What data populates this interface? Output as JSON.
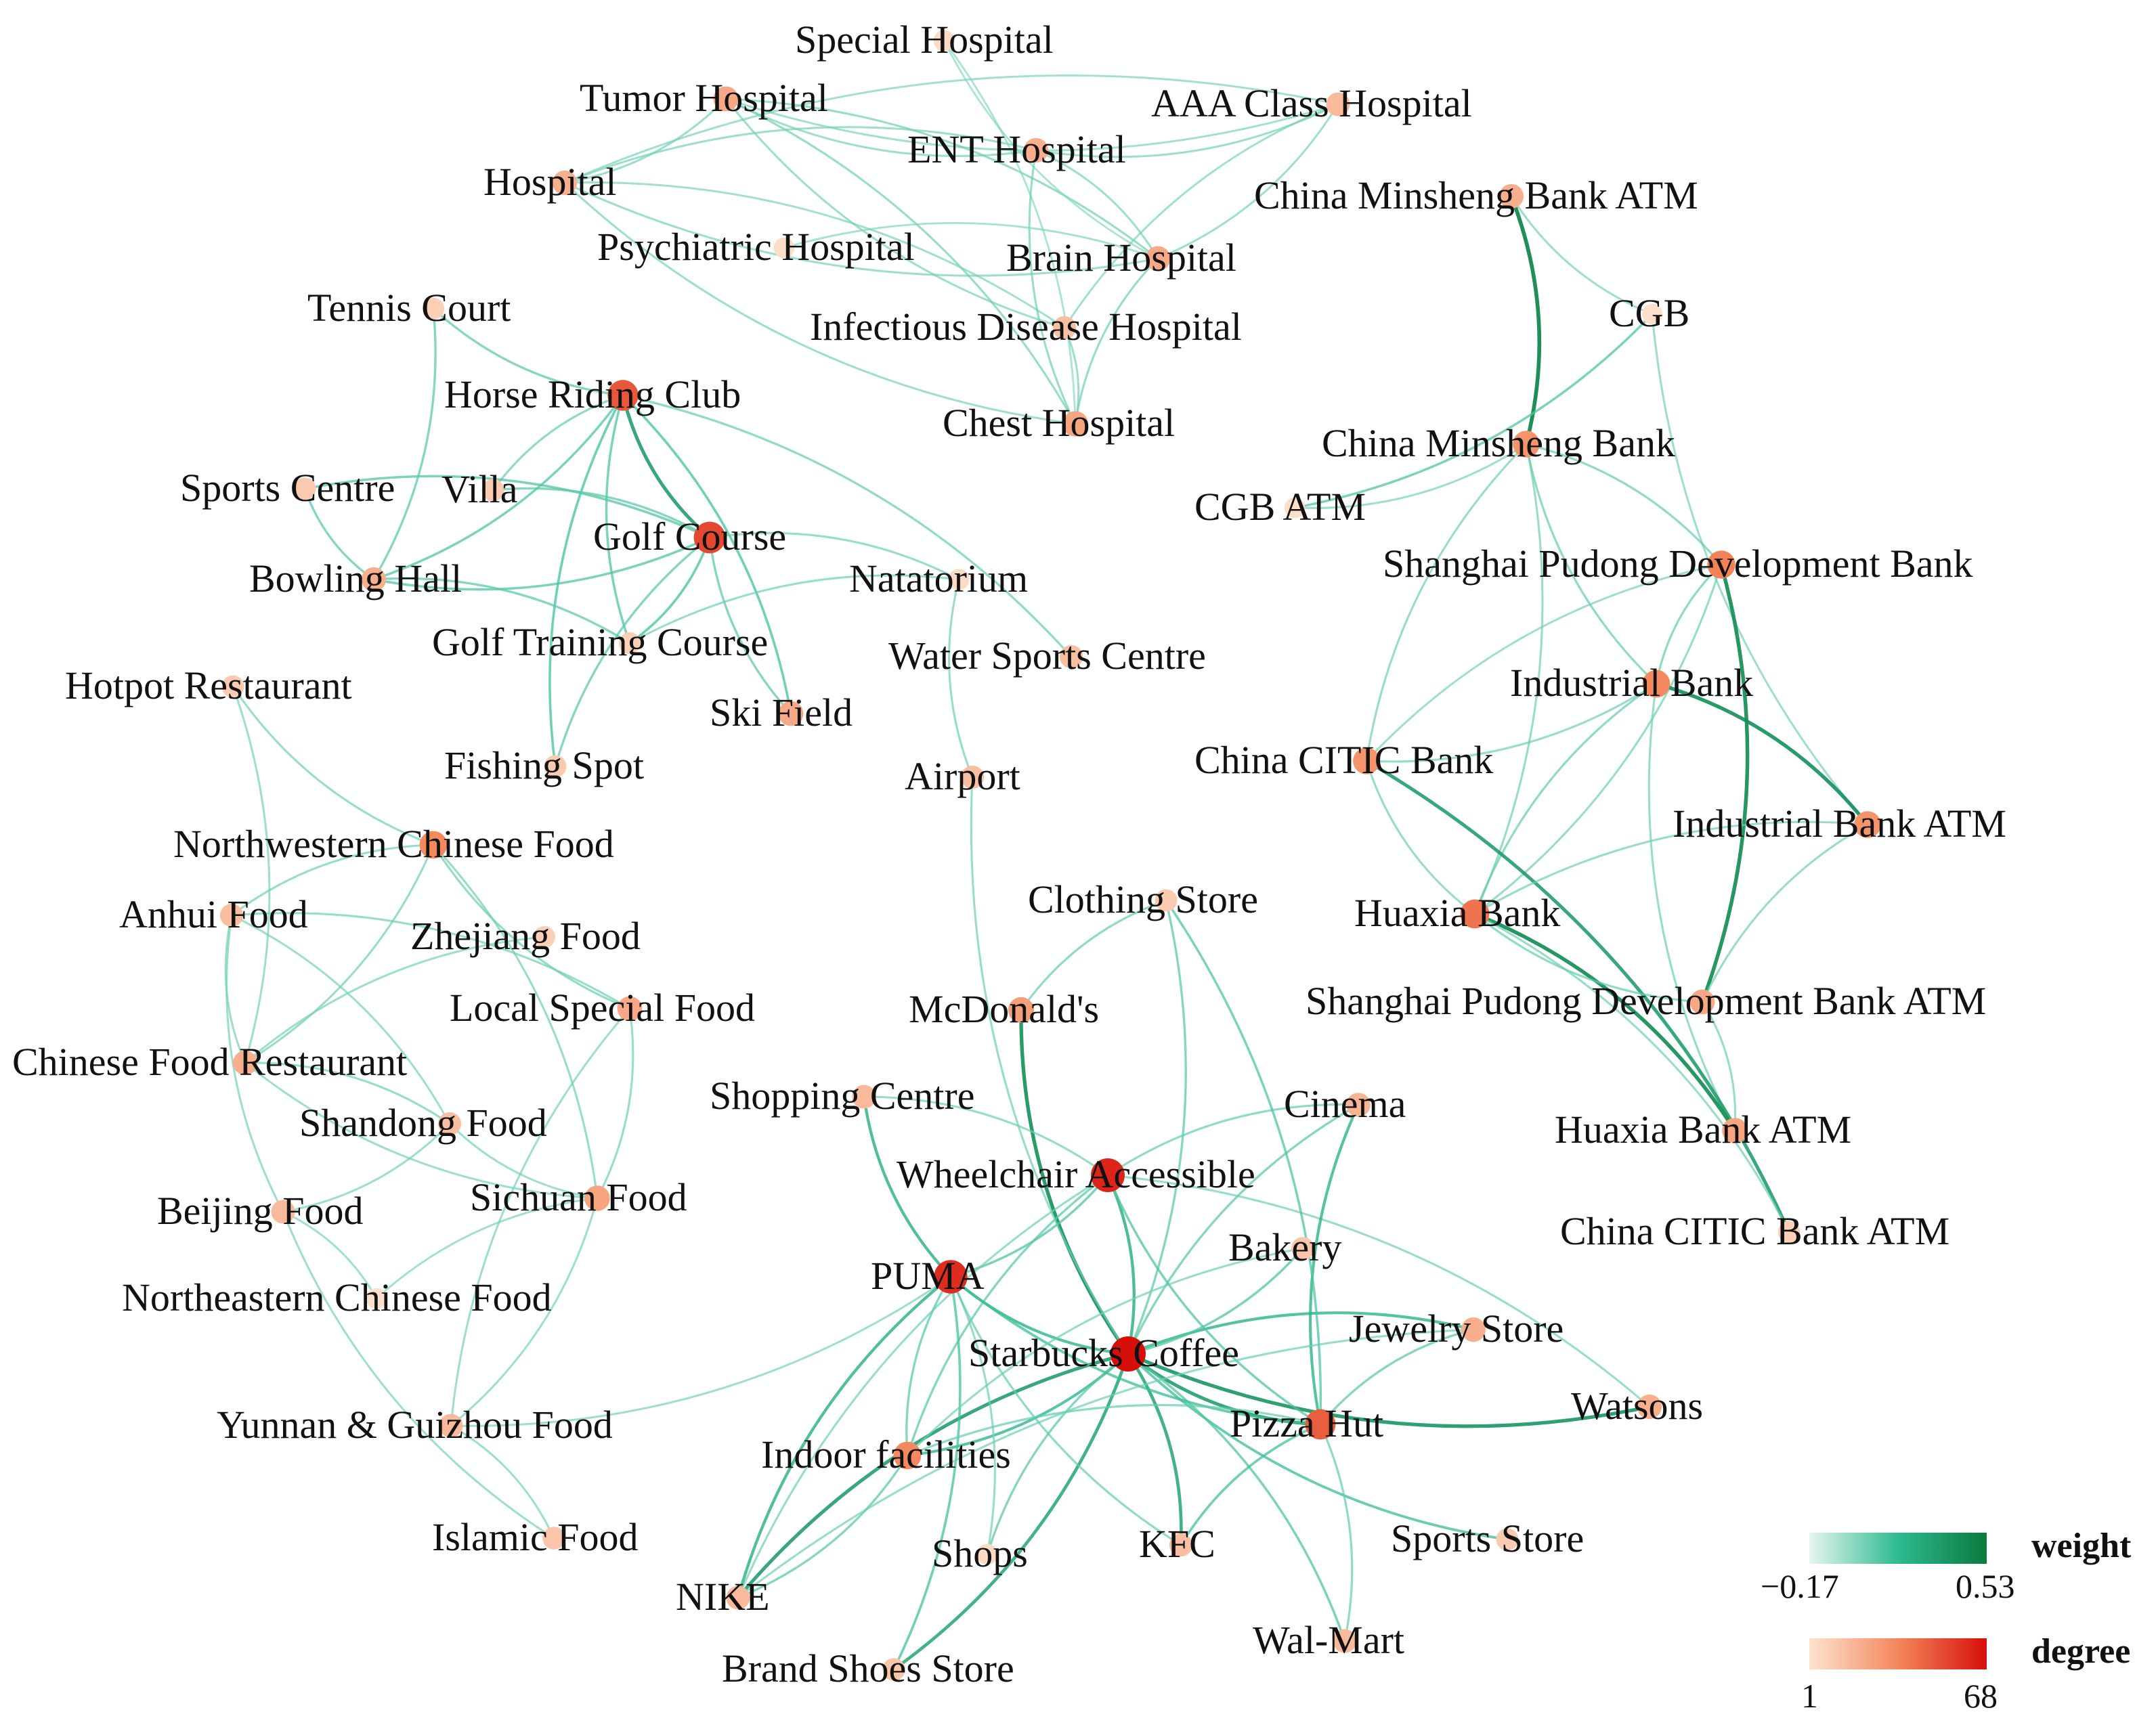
{
  "legend": {
    "weight": {
      "title": "weight",
      "min_label": "−0.17",
      "max_label": "0.53",
      "low_color": "#e6f5ef",
      "mid_color": "#2dbb91",
      "high_color": "#0a7a3d"
    },
    "degree": {
      "title": "degree",
      "min_label": "1",
      "max_label": "68",
      "low_color": "#fde3cf",
      "mid_color": "#f4875c",
      "high_color": "#d70f0a"
    }
  },
  "nodes": [
    {
      "id": "special-hospital",
      "label": "Special Hospital",
      "degree": 4
    },
    {
      "id": "tumor-hospital",
      "label": "Tumor Hospital",
      "degree": 22
    },
    {
      "id": "aaa-class-hospital",
      "label": "AAA Class Hospital",
      "degree": 16
    },
    {
      "id": "ent-hospital",
      "label": "ENT Hospital",
      "degree": 20
    },
    {
      "id": "hospital",
      "label": "Hospital",
      "degree": 20
    },
    {
      "id": "china-minsheng-bank-atm",
      "label": "China Minsheng Bank ATM",
      "degree": 20
    },
    {
      "id": "psychiatric-hospital",
      "label": "Psychiatric Hospital",
      "degree": 3
    },
    {
      "id": "brain-hospital",
      "label": "Brain Hospital",
      "degree": 22
    },
    {
      "id": "tennis-court",
      "label": "Tennis Court",
      "degree": 8
    },
    {
      "id": "infectious-disease-hospital",
      "label": "Infectious Disease Hospital",
      "degree": 14
    },
    {
      "id": "cgb",
      "label": "CGB",
      "degree": 2
    },
    {
      "id": "horse-riding-club",
      "label": "Horse Riding Club",
      "degree": 48
    },
    {
      "id": "chest-hospital",
      "label": "Chest Hospital",
      "degree": 24
    },
    {
      "id": "china-minsheng-bank",
      "label": "China Minsheng Bank",
      "degree": 30
    },
    {
      "id": "sports-centre",
      "label": "Sports Centre",
      "degree": 10
    },
    {
      "id": "villa",
      "label": "Villa",
      "degree": 10
    },
    {
      "id": "cgb-atm",
      "label": "CGB ATM",
      "degree": 2
    },
    {
      "id": "golf-course",
      "label": "Golf Course",
      "degree": 52
    },
    {
      "id": "shanghai-pudong-development-bank",
      "label": "Shanghai Pudong Development Bank",
      "degree": 36
    },
    {
      "id": "bowling-hall",
      "label": "Bowling Hall",
      "degree": 20
    },
    {
      "id": "natatorium",
      "label": "Natatorium",
      "degree": 4
    },
    {
      "id": "golf-training-course",
      "label": "Golf Training Course",
      "degree": 8
    },
    {
      "id": "water-sports-centre",
      "label": "Water Sports Centre",
      "degree": 14
    },
    {
      "id": "hotpot-restaurant",
      "label": "Hotpot Restaurant",
      "degree": 10
    },
    {
      "id": "industrial-bank",
      "label": "Industrial Bank",
      "degree": 34
    },
    {
      "id": "ski-field",
      "label": "Ski Field",
      "degree": 22
    },
    {
      "id": "china-citic-bank",
      "label": "China CITIC Bank",
      "degree": 30
    },
    {
      "id": "fishing-spot",
      "label": "Fishing Spot",
      "degree": 10
    },
    {
      "id": "airport",
      "label": "Airport",
      "degree": 14
    },
    {
      "id": "industrial-bank-atm",
      "label": "Industrial Bank ATM",
      "degree": 30
    },
    {
      "id": "northwestern-chinese-food",
      "label": "Northwestern Chinese Food",
      "degree": 34
    },
    {
      "id": "anhui-food",
      "label": "Anhui Food",
      "degree": 14
    },
    {
      "id": "zhejiang-food",
      "label": "Zhejiang Food",
      "degree": 8
    },
    {
      "id": "clothing-store",
      "label": "Clothing Store",
      "degree": 10
    },
    {
      "id": "huaxia-bank",
      "label": "Huaxia Bank",
      "degree": 40
    },
    {
      "id": "local-special-food",
      "label": "Local Special Food",
      "degree": 22
    },
    {
      "id": "mcdonalds",
      "label": "McDonald's",
      "degree": 26
    },
    {
      "id": "shanghai-pudong-development-bank-atm",
      "label": "Shanghai Pudong Development Bank ATM",
      "degree": 22
    },
    {
      "id": "chinese-food-restaurant",
      "label": "Chinese Food Restaurant",
      "degree": 20
    },
    {
      "id": "shopping-centre",
      "label": "Shopping Centre",
      "degree": 16
    },
    {
      "id": "cinema",
      "label": "Cinema",
      "degree": 18
    },
    {
      "id": "shandong-food",
      "label": "Shandong Food",
      "degree": 14
    },
    {
      "id": "huaxia-bank-atm",
      "label": "Huaxia Bank ATM",
      "degree": 24
    },
    {
      "id": "wheelchair-accessible",
      "label": "Wheelchair Accessible",
      "degree": 62
    },
    {
      "id": "sichuan-food",
      "label": "Sichuan Food",
      "degree": 24
    },
    {
      "id": "beijing-food",
      "label": "Beijing Food",
      "degree": 16
    },
    {
      "id": "china-citic-bank-atm",
      "label": "China CITIC Bank ATM",
      "degree": 8
    },
    {
      "id": "bakery",
      "label": "Bakery",
      "degree": 12
    },
    {
      "id": "puma",
      "label": "PUMA",
      "degree": 60
    },
    {
      "id": "northeastern-chinese-food",
      "label": "Northeastern Chinese Food",
      "degree": 2
    },
    {
      "id": "jewelry-store",
      "label": "Jewelry Store",
      "degree": 20
    },
    {
      "id": "starbucks-coffee",
      "label": "Starbucks Coffee",
      "degree": 68
    },
    {
      "id": "watsons",
      "label": "Watsons",
      "degree": 20
    },
    {
      "id": "pizza-hut",
      "label": "Pizza Hut",
      "degree": 46
    },
    {
      "id": "yunnan-guizhou-food",
      "label": "Yunnan & Guizhou Food",
      "degree": 16
    },
    {
      "id": "indoor-facilities",
      "label": "Indoor facilities",
      "degree": 34
    },
    {
      "id": "islamic-food",
      "label": "Islamic Food",
      "degree": 12
    },
    {
      "id": "shops",
      "label": "Shops",
      "degree": 4
    },
    {
      "id": "kfc",
      "label": "KFC",
      "degree": 14
    },
    {
      "id": "sports-store",
      "label": "Sports Store",
      "degree": 10
    },
    {
      "id": "nike",
      "label": "NIKE",
      "degree": 16
    },
    {
      "id": "wal-mart",
      "label": "Wal-Mart",
      "degree": 16
    },
    {
      "id": "brand-shoes-store",
      "label": "Brand Shoes Store",
      "degree": 12
    }
  ],
  "edges": [
    [
      "tumor-hospital",
      "hospital",
      0.05
    ],
    [
      "tumor-hospital",
      "aaa-class-hospital",
      0.04
    ],
    [
      "tumor-hospital",
      "brain-hospital",
      0.06
    ],
    [
      "tumor-hospital",
      "infectious-disease-hospital",
      0.05
    ],
    [
      "tumor-hospital",
      "chest-hospital",
      0.06
    ],
    [
      "tumor-hospital",
      "ent-hospital",
      0.05
    ],
    [
      "hospital",
      "ent-hospital",
      0.05
    ],
    [
      "hospital",
      "brain-hospital",
      0.05
    ],
    [
      "hospital",
      "aaa-class-hospital",
      0.04
    ],
    [
      "hospital",
      "chest-hospital",
      0.05
    ],
    [
      "hospital",
      "infectious-disease-hospital",
      0.04
    ],
    [
      "special-hospital",
      "brain-hospital",
      0.02
    ],
    [
      "special-hospital",
      "chest-hospital",
      0.02
    ],
    [
      "ent-hospital",
      "aaa-class-hospital",
      0.05
    ],
    [
      "ent-hospital",
      "brain-hospital",
      0.05
    ],
    [
      "ent-hospital",
      "chest-hospital",
      0.06
    ],
    [
      "aaa-class-hospital",
      "brain-hospital",
      0.05
    ],
    [
      "aaa-class-hospital",
      "infectious-disease-hospital",
      0.04
    ],
    [
      "psychiatric-hospital",
      "brain-hospital",
      0.03
    ],
    [
      "brain-hospital",
      "chest-hospital",
      0.06
    ],
    [
      "infectious-disease-hospital",
      "chest-hospital",
      0.05
    ],
    [
      "horse-riding-club",
      "golf-course",
      0.35
    ],
    [
      "horse-riding-club",
      "bowling-hall",
      0.12
    ],
    [
      "horse-riding-club",
      "fishing-spot",
      0.14
    ],
    [
      "horse-riding-club",
      "ski-field",
      0.14
    ],
    [
      "horse-riding-club",
      "golf-training-course",
      0.12
    ],
    [
      "horse-riding-club",
      "water-sports-centre",
      0.08
    ],
    [
      "horse-riding-club",
      "villa",
      0.08
    ],
    [
      "horse-riding-club",
      "tennis-court",
      0.1
    ],
    [
      "golf-course",
      "sports-centre",
      0.12
    ],
    [
      "golf-course",
      "bowling-hall",
      0.12
    ],
    [
      "golf-course",
      "villa",
      0.1
    ],
    [
      "golf-course",
      "golf-training-course",
      0.14
    ],
    [
      "golf-course",
      "ski-field",
      0.1
    ],
    [
      "golf-course",
      "natatorium",
      0.06
    ],
    [
      "golf-course",
      "fishing-spot",
      0.1
    ],
    [
      "tennis-court",
      "bowling-hall",
      0.1
    ],
    [
      "sports-centre",
      "bowling-hall",
      0.1
    ],
    [
      "bowling-hall",
      "golf-training-course",
      0.1
    ],
    [
      "natatorium",
      "airport",
      0.06
    ],
    [
      "golf-training-course",
      "natatorium",
      0.06
    ],
    [
      "hotpot-restaurant",
      "northwestern-chinese-food",
      0.06
    ],
    [
      "hotpot-restaurant",
      "chinese-food-restaurant",
      0.05
    ],
    [
      "northwestern-chinese-food",
      "anhui-food",
      0.06
    ],
    [
      "northwestern-chinese-food",
      "chinese-food-restaurant",
      0.06
    ],
    [
      "northwestern-chinese-food",
      "local-special-food",
      0.07
    ],
    [
      "northwestern-chinese-food",
      "sichuan-food",
      0.06
    ],
    [
      "anhui-food",
      "chinese-food-restaurant",
      0.05
    ],
    [
      "anhui-food",
      "local-special-food",
      0.06
    ],
    [
      "anhui-food",
      "beijing-food",
      0.05
    ],
    [
      "anhui-food",
      "shandong-food",
      0.05
    ],
    [
      "zhejiang-food",
      "chinese-food-restaurant",
      0.05
    ],
    [
      "local-special-food",
      "sichuan-food",
      0.06
    ],
    [
      "local-special-food",
      "yunnan-guizhou-food",
      0.05
    ],
    [
      "chinese-food-restaurant",
      "shandong-food",
      0.06
    ],
    [
      "chinese-food-restaurant",
      "sichuan-food",
      0.05
    ],
    [
      "shandong-food",
      "beijing-food",
      0.05
    ],
    [
      "shandong-food",
      "sichuan-food",
      0.05
    ],
    [
      "beijing-food",
      "northeastern-chinese-food",
      0.04
    ],
    [
      "beijing-food",
      "islamic-food",
      0.05
    ],
    [
      "sichuan-food",
      "yunnan-guizhou-food",
      0.05
    ],
    [
      "sichuan-food",
      "northeastern-chinese-food",
      0.04
    ],
    [
      "yunnan-guizhou-food",
      "islamic-food",
      0.05
    ],
    [
      "yunnan-guizhou-food",
      "puma",
      0.05
    ],
    [
      "china-minsheng-bank-atm",
      "china-minsheng-bank",
      0.45
    ],
    [
      "china-minsheng-bank-atm",
      "cgb",
      0.05
    ],
    [
      "cgb",
      "cgb-atm",
      0.12
    ],
    [
      "cgb",
      "industrial-bank-atm",
      0.05
    ],
    [
      "china-minsheng-bank",
      "shanghai-pudong-development-bank",
      0.08
    ],
    [
      "china-minsheng-bank",
      "industrial-bank",
      0.08
    ],
    [
      "china-minsheng-bank",
      "huaxia-bank",
      0.06
    ],
    [
      "china-minsheng-bank",
      "china-citic-bank",
      0.06
    ],
    [
      "shanghai-pudong-development-bank",
      "shanghai-pudong-development-bank-atm",
      0.42
    ],
    [
      "shanghai-pudong-development-bank",
      "industrial-bank",
      0.08
    ],
    [
      "shanghai-pudong-development-bank",
      "huaxia-bank",
      0.06
    ],
    [
      "shanghai-pudong-development-bank",
      "china-citic-bank",
      0.05
    ],
    [
      "industrial-bank",
      "industrial-bank-atm",
      0.4
    ],
    [
      "industrial-bank",
      "huaxia-bank",
      0.08
    ],
    [
      "industrial-bank",
      "china-citic-bank",
      0.06
    ],
    [
      "industrial-bank",
      "huaxia-bank-atm",
      0.06
    ],
    [
      "china-citic-bank",
      "china-citic-bank-atm",
      0.35
    ],
    [
      "china-citic-bank",
      "huaxia-bank",
      0.06
    ],
    [
      "huaxia-bank",
      "huaxia-bank-atm",
      0.42
    ],
    [
      "huaxia-bank",
      "shanghai-pudong-development-bank-atm",
      0.08
    ],
    [
      "huaxia-bank",
      "industrial-bank-atm",
      0.06
    ],
    [
      "industrial-bank-atm",
      "shanghai-pudong-development-bank-atm",
      0.06
    ],
    [
      "shanghai-pudong-development-bank-atm",
      "huaxia-bank-atm",
      0.06
    ],
    [
      "cgb-atm",
      "china-minsheng-bank",
      0.05
    ],
    [
      "starbucks-coffee",
      "mcdonalds",
      0.4
    ],
    [
      "starbucks-coffee",
      "wheelchair-accessible",
      0.25
    ],
    [
      "starbucks-coffee",
      "puma",
      0.22
    ],
    [
      "starbucks-coffee",
      "pizza-hut",
      0.35
    ],
    [
      "starbucks-coffee",
      "kfc",
      0.3
    ],
    [
      "starbucks-coffee",
      "watsons",
      0.38
    ],
    [
      "starbucks-coffee",
      "jewelry-store",
      0.22
    ],
    [
      "starbucks-coffee",
      "bakery",
      0.12
    ],
    [
      "starbucks-coffee",
      "indoor-facilities",
      0.2
    ],
    [
      "starbucks-coffee",
      "nike",
      0.35
    ],
    [
      "starbucks-coffee",
      "brand-shoes-store",
      0.3
    ],
    [
      "starbucks-coffee",
      "sports-store",
      0.16
    ],
    [
      "starbucks-coffee",
      "wal-mart",
      0.12
    ],
    [
      "starbucks-coffee",
      "shops",
      0.1
    ],
    [
      "starbucks-coffee",
      "cinema",
      0.1
    ],
    [
      "starbucks-coffee",
      "clothing-store",
      0.1
    ],
    [
      "wheelchair-accessible",
      "puma",
      0.12
    ],
    [
      "wheelchair-accessible",
      "pizza-hut",
      0.12
    ],
    [
      "wheelchair-accessible",
      "cinema",
      0.08
    ],
    [
      "wheelchair-accessible",
      "indoor-facilities",
      0.1
    ],
    [
      "wheelchair-accessible",
      "watsons",
      0.06
    ],
    [
      "puma",
      "nike",
      0.24
    ],
    [
      "puma",
      "shopping-centre",
      0.24
    ],
    [
      "puma",
      "pizza-hut",
      0.16
    ],
    [
      "puma",
      "brand-shoes-store",
      0.14
    ],
    [
      "puma",
      "indoor-facilities",
      0.1
    ],
    [
      "puma",
      "shops",
      0.06
    ],
    [
      "puma",
      "kfc",
      0.08
    ],
    [
      "pizza-hut",
      "cinema",
      0.22
    ],
    [
      "pizza-hut",
      "kfc",
      0.14
    ],
    [
      "pizza-hut",
      "jewelry-store",
      0.1
    ],
    [
      "pizza-hut",
      "indoor-facilities",
      0.08
    ],
    [
      "pizza-hut",
      "wal-mart",
      0.08
    ],
    [
      "clothing-store",
      "mcdonalds",
      0.08
    ],
    [
      "clothing-store",
      "pizza-hut",
      0.12
    ],
    [
      "bakery",
      "indoor-facilities",
      0.06
    ],
    [
      "indoor-facilities",
      "nike",
      0.1
    ],
    [
      "airport",
      "starbucks-coffee",
      0.06
    ],
    [
      "shopping-centre",
      "wheelchair-accessible",
      0.06
    ],
    [
      "china-citic-bank-atm",
      "huaxia-bank",
      0.06
    ],
    [
      "nike",
      "wheelchair-accessible",
      0.06
    ],
    [
      "jewelry-store",
      "nike",
      0.06
    ]
  ]
}
